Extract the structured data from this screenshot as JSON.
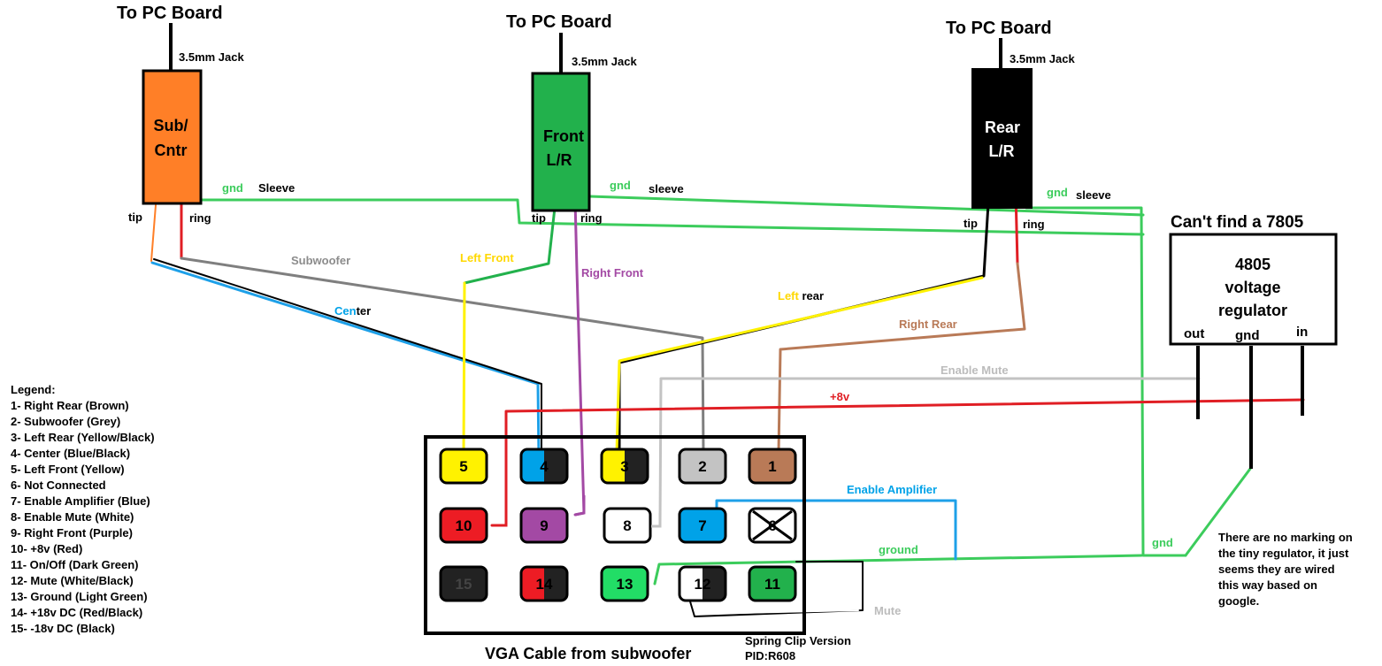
{
  "jacks": [
    {
      "header": "To PC Board",
      "jack_type": "3.5mm Jack",
      "name_line1": "Sub/",
      "name_line2": "Cntr",
      "color": "#ff7f27",
      "tip": "tip",
      "ring": "ring",
      "gnd": "gnd",
      "sleeve": "Sleeve"
    },
    {
      "header": "To PC Board",
      "jack_type": "3.5mm Jack",
      "name_line1": "Front",
      "name_line2": "L/R",
      "color": "#22b14c",
      "tip": "tip",
      "ring": "ring",
      "gnd": "gnd",
      "sleeve": "sleeve"
    },
    {
      "header": "To PC Board",
      "jack_type": "3.5mm Jack",
      "name_line1": "Rear",
      "name_line2": "L/R",
      "color": "#000000",
      "tip": "tip",
      "ring": "ring",
      "gnd": "gnd",
      "sleeve": "sleeve"
    }
  ],
  "wire_labels": {
    "subwoofer": "Subwoofer",
    "center_part1": "Cen",
    "center_part2": "ter",
    "left_front": "Left Front",
    "right_front": "Right Front",
    "left_rear_part1": "Left",
    "left_rear_part2": " rear",
    "right_rear": "Right Rear",
    "enable_mute": "Enable Mute",
    "plus8v": "+8v",
    "enable_amplifier": "Enable Amplifier",
    "ground": "ground",
    "gnd": "gnd",
    "mute": "Mute"
  },
  "regulator": {
    "header": "Can't find a 7805",
    "line1": "4805",
    "line2": "voltage",
    "line3": "regulator",
    "pin_out": "out",
    "pin_gnd": "gnd",
    "pin_in": "in",
    "note": [
      "There are no marking on",
      "the tiny regulator, it just",
      "seems they are wired",
      "this way based on",
      "google."
    ]
  },
  "connector": {
    "caption": "VGA Cable from subwoofer",
    "version": "Spring Clip Version",
    "pid": "PID:R608",
    "pins": [
      {
        "num": "5",
        "fill": "#fff200"
      },
      {
        "num": "4",
        "fill": "#00a2e8",
        "split": "#222222"
      },
      {
        "num": "3",
        "fill": "#fff200",
        "split": "#222222"
      },
      {
        "num": "2",
        "fill": "#c3c3c3"
      },
      {
        "num": "1",
        "fill": "#b97a57"
      },
      {
        "num": "10",
        "fill": "#ed1c24"
      },
      {
        "num": "9",
        "fill": "#a349a4"
      },
      {
        "num": "8",
        "fill": "#ffffff"
      },
      {
        "num": "7",
        "fill": "#00a2e8"
      },
      {
        "num": "6",
        "fill": "#ffffff",
        "crossed": true
      },
      {
        "num": "15",
        "fill": "#222222"
      },
      {
        "num": "14",
        "fill": "#ed1c24",
        "split": "#222222"
      },
      {
        "num": "13",
        "fill": "#22dd66"
      },
      {
        "num": "12",
        "fill": "#ffffff",
        "split": "#222222"
      },
      {
        "num": "11",
        "fill": "#22b14c"
      }
    ]
  },
  "legend": {
    "title": "Legend:",
    "items": [
      "1- Right Rear (Brown)",
      "2- Subwoofer (Grey)",
      "3- Left Rear (Yellow/Black)",
      "4- Center (Blue/Black)",
      "5- Left Front (Yellow)",
      "6- Not Connected",
      "7- Enable Amplifier (Blue)",
      "8- Enable Mute (White)",
      "9- Right Front (Purple)",
      "10- +8v (Red)",
      "11- On/Off (Dark Green)",
      "12- Mute (White/Black)",
      "13- Ground (Light Green)",
      "14- +18v DC (Red/Black)",
      "15- -18v DC (Black)"
    ]
  },
  "colors": {
    "wire_gnd": "#3ccc5c",
    "wire_red": "#e01e24",
    "wire_grey": "#7f7f7f",
    "wire_yellow": "#fff200",
    "wire_blue": "#1ea0e8",
    "wire_purple": "#a349a4",
    "wire_brown": "#b97a57",
    "wire_lightgrey": "#c3c3c3",
    "label_purple": "#a349a4",
    "label_brown": "#b97a57",
    "label_blue": "#00a2e8",
    "label_green": "#3ccc5c",
    "label_red": "#e01e24",
    "label_grey": "#8c8c8c",
    "label_lightgrey": "#bcbcbc",
    "label_yellow": "#ffd800"
  }
}
